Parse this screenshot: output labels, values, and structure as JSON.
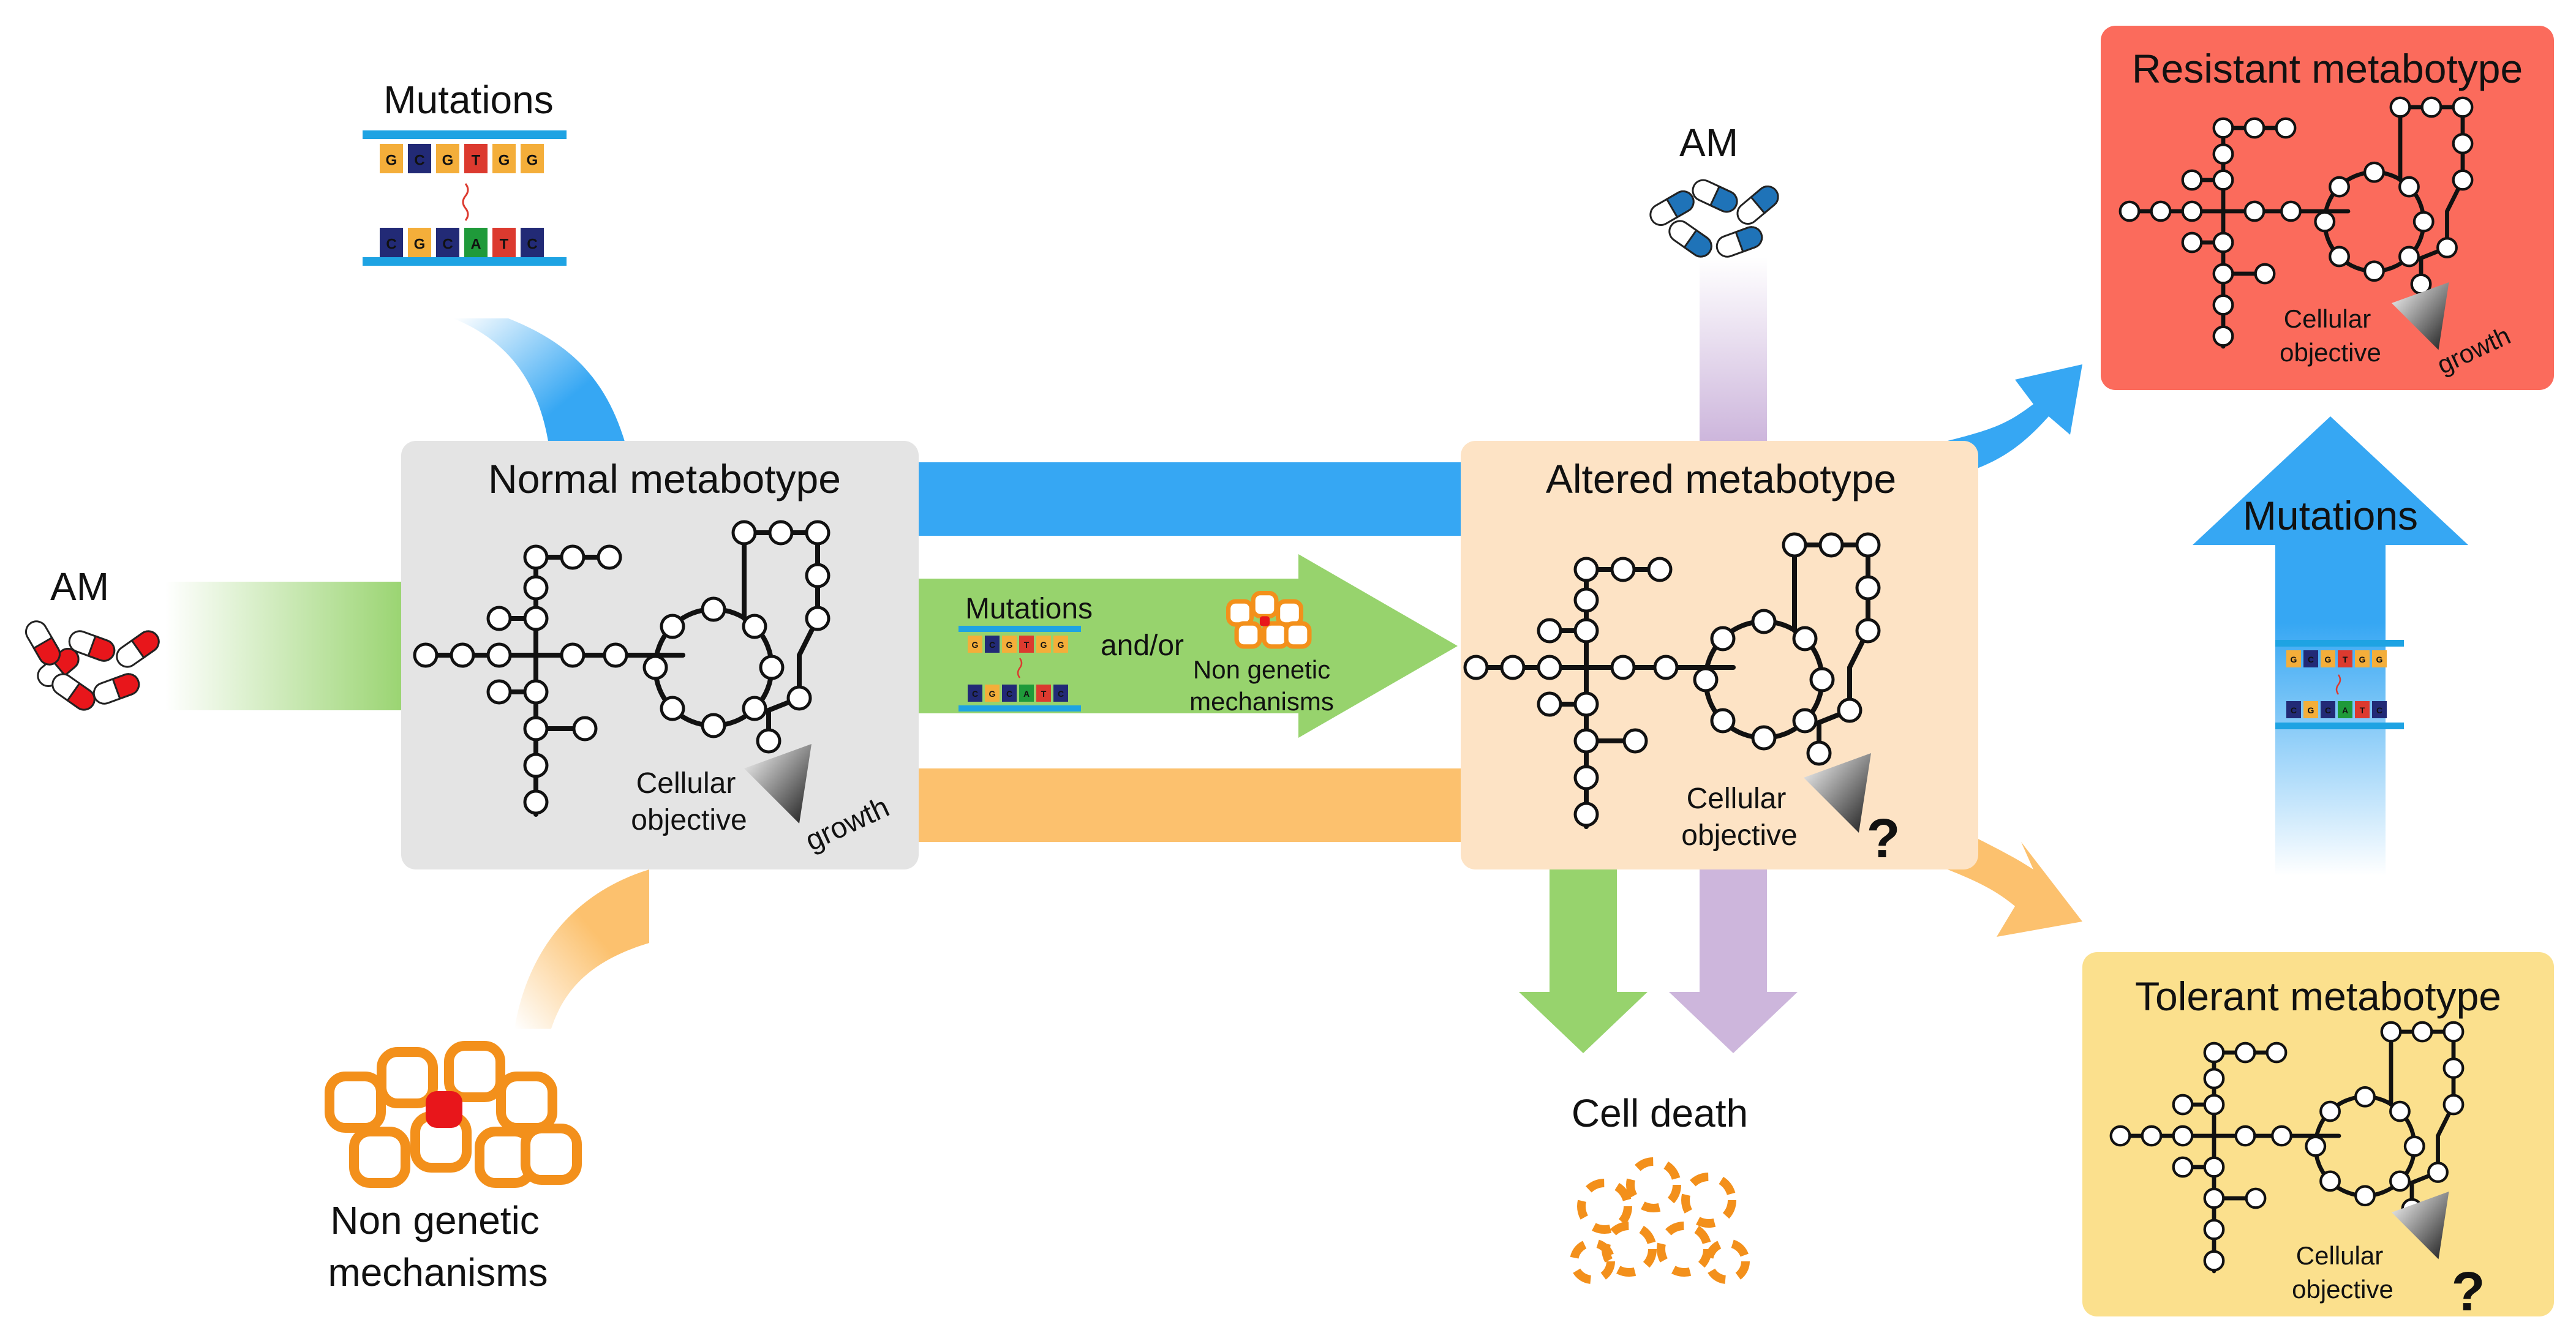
{
  "labels": {
    "mutations_top": "Mutations",
    "am_left": "AM",
    "am_top": "AM",
    "non_genetic_bottom_line1": "Non genetic",
    "non_genetic_bottom_line2": "mechanisms",
    "normal_title": "Normal metabotype",
    "altered_title": "Altered metabotype",
    "resistant_title": "Resistant metabotype",
    "tolerant_title": "Tolerant metabotype",
    "cellular": "Cellular",
    "objective": "objective",
    "growth": "growth",
    "question": "?",
    "mid_mutations": "Mutations",
    "and_or": "and/or",
    "mid_non_genetic_line1": "Non genetic",
    "mid_non_genetic_line2": "mechanisms",
    "mutations_right": "Mutations",
    "cell_death": "Cell death"
  },
  "dna": {
    "top_strand": [
      "G",
      "C",
      "G",
      "T",
      "G",
      "G"
    ],
    "bottom_strand": [
      "C",
      "G",
      "C",
      "A",
      "T",
      "C"
    ]
  },
  "colors": {
    "green": "#97d36d",
    "blue": "#36a7f3",
    "orange": "#fcc16e",
    "purple": "#cdb6dc",
    "normal_box": "#e4e4e4",
    "altered_box": "#fde3c5",
    "resistant_box": "#fb6b5c",
    "tolerant_box": "#fbe08d",
    "pill_red": "#e8161b",
    "pill_blue": "#1f73b8",
    "cell_orange": "#f3901b",
    "nuc_A": "#1f9a3a",
    "nuc_C": "#222a76",
    "nuc_G": "#f4ae3a",
    "nuc_T": "#dc3a2f"
  }
}
